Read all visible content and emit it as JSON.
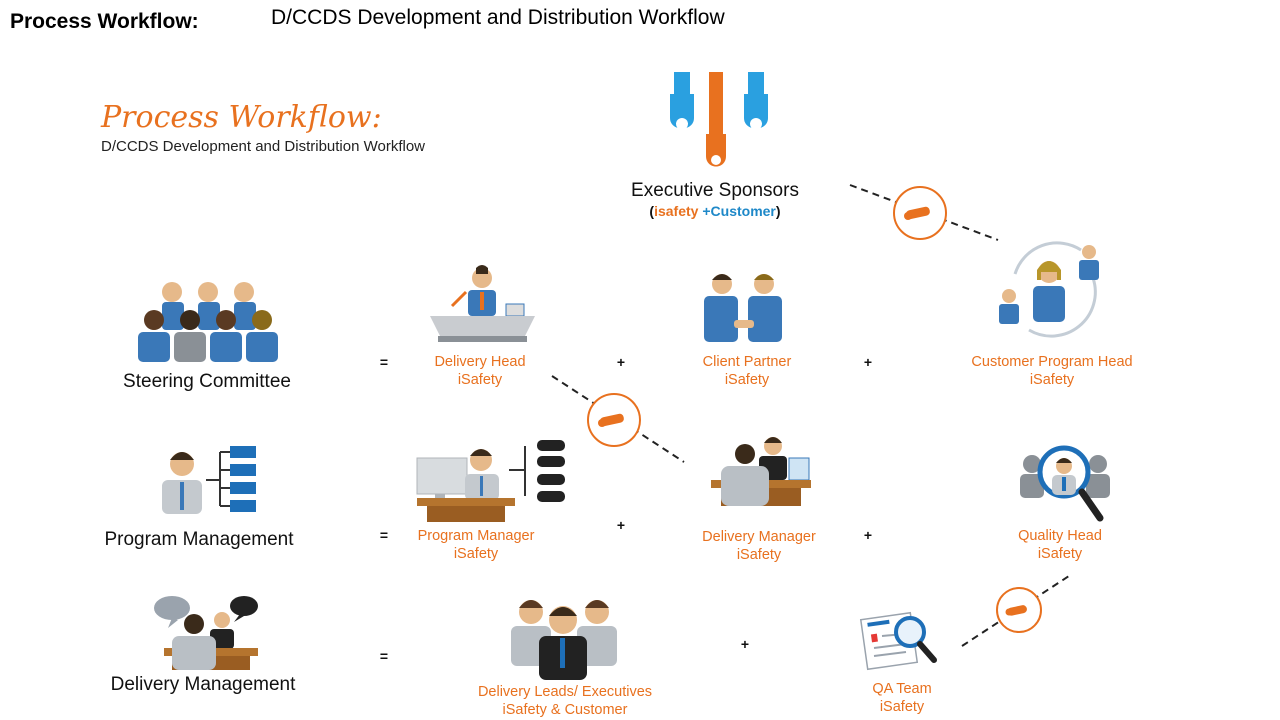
{
  "header": {
    "label": "Process Workflow:",
    "title": "D/CCDS Development and Distribution Workflow"
  },
  "slide": {
    "title": "Process Workflow:",
    "subtitle": "D/CCDS Development and Distribution Workflow"
  },
  "executive": {
    "label": "Executive Sponsors",
    "sub_open": "(",
    "sub_isafety": "isafety",
    "sub_plus": " +",
    "sub_customer": "Customer",
    "sub_close": ")"
  },
  "rows": {
    "steering": "Steering Committee",
    "program": "Program Management",
    "delivery": "Delivery Management"
  },
  "operators": {
    "equals": "=",
    "plus": "+"
  },
  "roles": {
    "delivery_head": [
      "Delivery Head",
      "iSafety"
    ],
    "client_partner": [
      "Client Partner",
      "iSafety"
    ],
    "customer_program_head": [
      "Customer Program Head",
      "iSafety"
    ],
    "program_manager": [
      "Program Manager",
      "iSafety"
    ],
    "delivery_manager": [
      "Delivery Manager",
      "iSafety"
    ],
    "quality_head": [
      "Quality Head",
      "iSafety"
    ],
    "delivery_leads": [
      "Delivery Leads/ Executives",
      "iSafety & Customer"
    ],
    "qa_team": [
      "QA Team",
      "iSafety"
    ]
  },
  "colors": {
    "accent_orange": "#e8711f",
    "accent_blue": "#1e88c8",
    "suit_blue": "#3a78b8",
    "suit_gray": "#9aa3ad",
    "desk_brown": "#b5742e"
  },
  "icons": [
    "handshake-hands-icon",
    "scroll-icon",
    "group-icon",
    "presenter-podium-icon",
    "handshake-icon",
    "cycle-people-icon",
    "org-chart-icon",
    "desktop-worker-icon",
    "meeting-desk-icon",
    "magnifier-person-icon",
    "speech-bubbles-icon",
    "team-icon",
    "document-search-icon"
  ]
}
